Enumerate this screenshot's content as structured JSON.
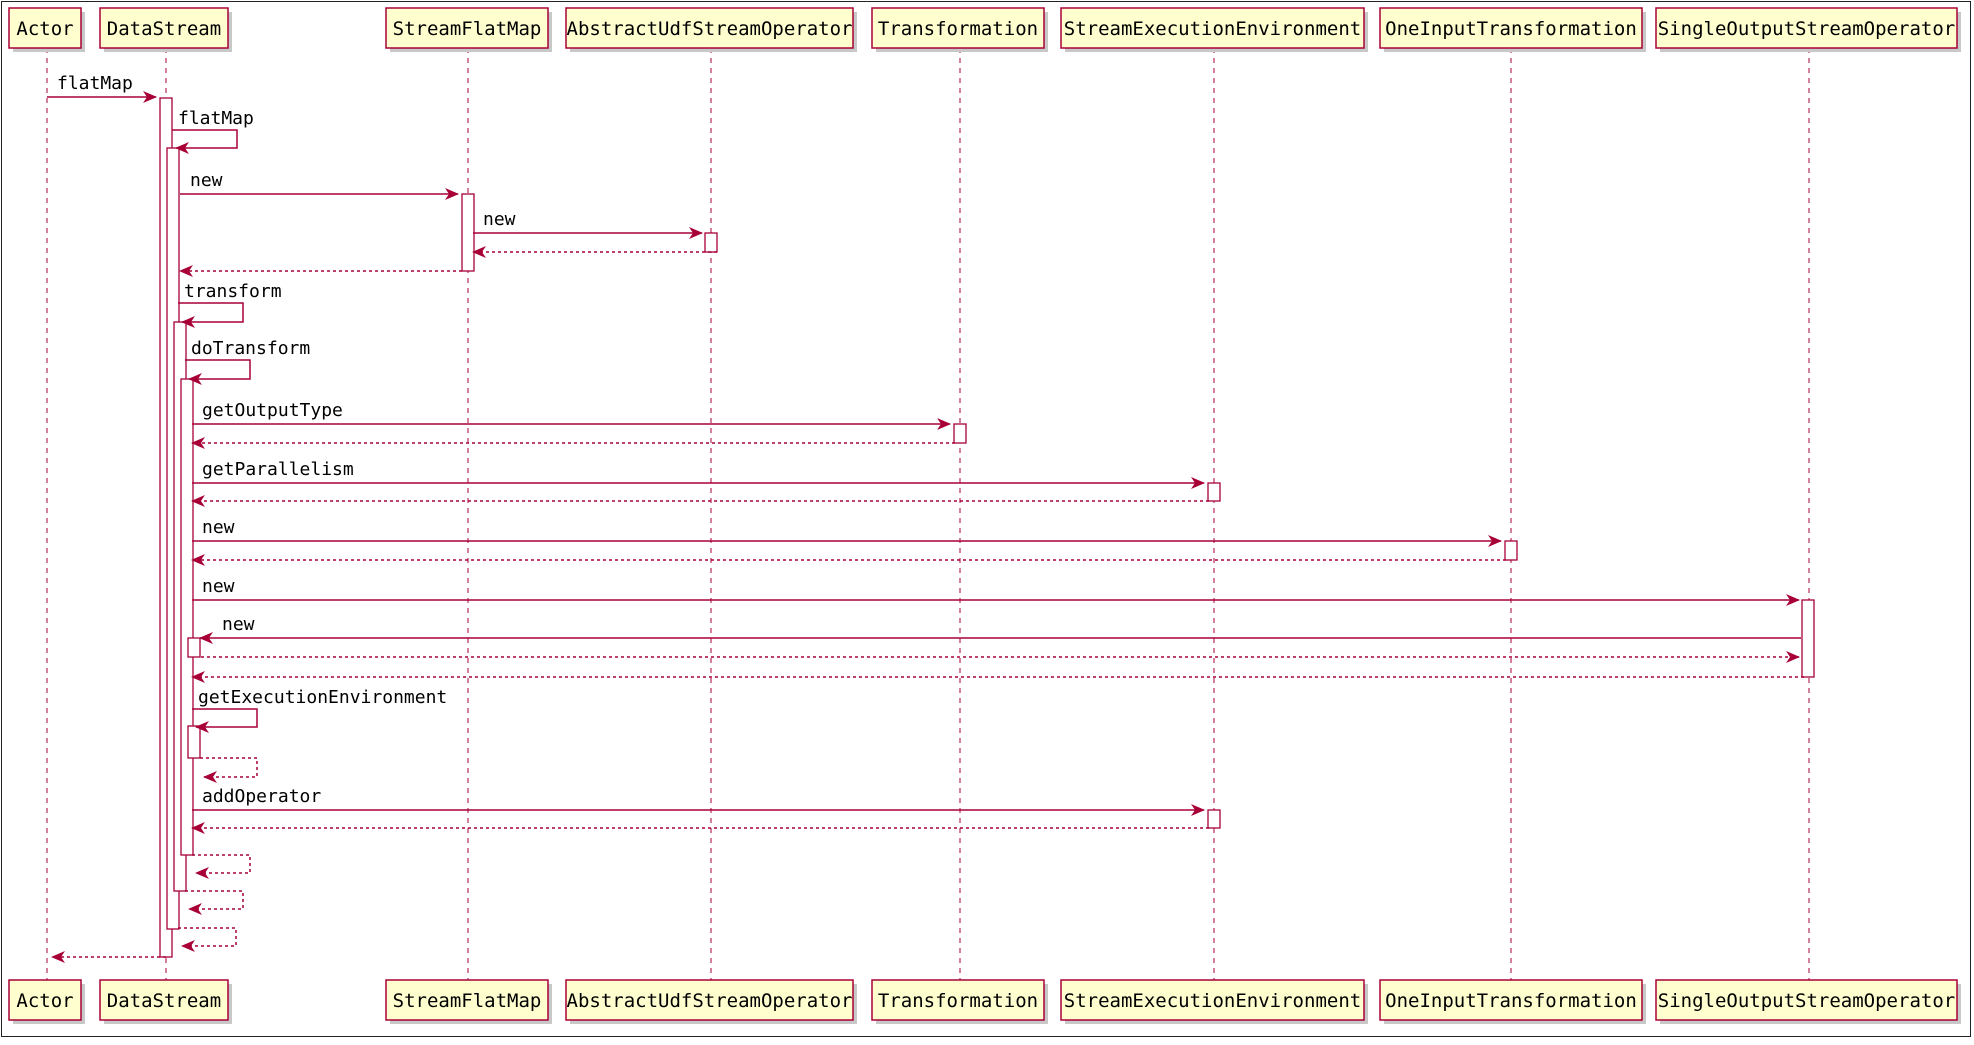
{
  "participants": [
    {
      "id": "actor",
      "label": "Actor"
    },
    {
      "id": "datastream",
      "label": "DataStream"
    },
    {
      "id": "streamflatmap",
      "label": "StreamFlatMap"
    },
    {
      "id": "abstractudf",
      "label": "AbstractUdfStreamOperator"
    },
    {
      "id": "transformation",
      "label": "Transformation"
    },
    {
      "id": "streamexecenv",
      "label": "StreamExecutionEnvironment"
    },
    {
      "id": "oneinput",
      "label": "OneInputTransformation"
    },
    {
      "id": "singleoutput",
      "label": "SingleOutputStreamOperator"
    }
  ],
  "messages": [
    {
      "from": "actor",
      "to": "datastream",
      "label": "flatMap"
    },
    {
      "from": "datastream",
      "to": "datastream",
      "label": "flatMap"
    },
    {
      "from": "datastream",
      "to": "streamflatmap",
      "label": "new"
    },
    {
      "from": "streamflatmap",
      "to": "abstractudf",
      "label": "new"
    },
    {
      "from": "abstractudf",
      "to": "streamflatmap",
      "label": "",
      "type": "return"
    },
    {
      "from": "streamflatmap",
      "to": "datastream",
      "label": "",
      "type": "return"
    },
    {
      "from": "datastream",
      "to": "datastream",
      "label": "transform"
    },
    {
      "from": "datastream",
      "to": "datastream",
      "label": "doTransform"
    },
    {
      "from": "datastream",
      "to": "transformation",
      "label": "getOutputType"
    },
    {
      "from": "transformation",
      "to": "datastream",
      "label": "",
      "type": "return"
    },
    {
      "from": "datastream",
      "to": "streamexecenv",
      "label": "getParallelism"
    },
    {
      "from": "streamexecenv",
      "to": "datastream",
      "label": "",
      "type": "return"
    },
    {
      "from": "datastream",
      "to": "oneinput",
      "label": "new"
    },
    {
      "from": "oneinput",
      "to": "datastream",
      "label": "",
      "type": "return"
    },
    {
      "from": "datastream",
      "to": "singleoutput",
      "label": "new"
    },
    {
      "from": "singleoutput",
      "to": "datastream",
      "label": "new"
    },
    {
      "from": "datastream",
      "to": "singleoutput",
      "label": "",
      "type": "return"
    },
    {
      "from": "singleoutput",
      "to": "datastream",
      "label": "",
      "type": "return"
    },
    {
      "from": "datastream",
      "to": "datastream",
      "label": "getExecutionEnvironment"
    },
    {
      "from": "datastream",
      "to": "datastream",
      "label": "",
      "type": "return"
    },
    {
      "from": "datastream",
      "to": "streamexecenv",
      "label": "addOperator"
    },
    {
      "from": "streamexecenv",
      "to": "datastream",
      "label": "",
      "type": "return"
    },
    {
      "from": "datastream",
      "to": "datastream",
      "label": "",
      "type": "return"
    },
    {
      "from": "datastream",
      "to": "datastream",
      "label": "",
      "type": "return"
    },
    {
      "from": "datastream",
      "to": "datastream",
      "label": "",
      "type": "return"
    },
    {
      "from": "datastream",
      "to": "actor",
      "label": "",
      "type": "return"
    }
  ],
  "colors": {
    "box_fill": "#FEFECE",
    "box_border": "#A80036",
    "arrow": "#A80036",
    "text": "#000000",
    "activation_fill": "#FFFFFF"
  }
}
